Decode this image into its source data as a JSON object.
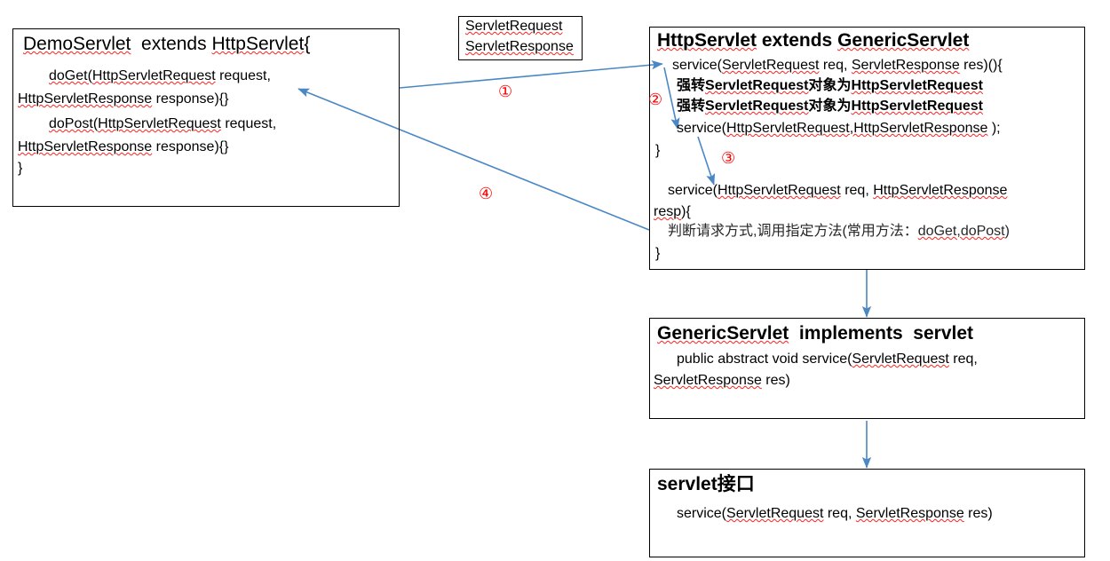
{
  "diagram": {
    "title": "Servlet inheritance hierarchy diagram",
    "accent_arrow_color": "#4a87c4",
    "marker_color": "#ff0000",
    "box_border_color": "#000000"
  },
  "boxes": {
    "demo_servlet": {
      "name": "DemoServlet",
      "heading_a": "DemoServlet",
      "heading_b": "  extends ",
      "heading_c": "HttpServlet",
      "heading_d": "{",
      "line1_a": "doGet(",
      "line1_b": "HttpServletRequest",
      "line1_c": " request,",
      "line2_a": "HttpServletResponse",
      "line2_b": " response){}",
      "line3_a": "doPost(",
      "line3_b": "HttpServletRequest",
      "line3_c": " request,",
      "line4_a": "HttpServletResponse",
      "line4_b": " response){}",
      "line5": "}"
    },
    "servlet_types": {
      "line1": "ServletRequest",
      "line2": "ServletResponse"
    },
    "http_servlet": {
      "heading_a": "HttpServlet",
      "heading_b": " extends ",
      "heading_c": "GenericServlet",
      "line1_a": "service(",
      "line1_b": "ServletRequest",
      "line1_c": " req, ",
      "line1_d": "ServletResponse",
      "line1_e": " res)(){",
      "line2_a": "强转",
      "line2_b": "ServletRequest",
      "line2_c": "对象为",
      "line2_d": "HttpServletRequest",
      "line3_a": "强转",
      "line3_b": "ServletRequest",
      "line3_c": "对象为",
      "line3_d": "HttpServletRequest",
      "line4_a": "service(",
      "line4_b": "HttpServletRequest,HttpServletResponse",
      "line4_c": " );",
      "line5": "}",
      "line6_a": "service(",
      "line6_b": "HttpServletRequest",
      "line6_c": " req, ",
      "line6_d": "HttpServletResponse",
      "line7_a": "resp",
      "line7_b": "){",
      "line8_a": "判断请求方式,调用指定方法(常用方法：",
      "line8_b": "doGet,doPost",
      "line8_c": ")",
      "line9": "}"
    },
    "generic_servlet": {
      "heading_a": "GenericServlet",
      "heading_b": "  implements  servlet",
      "line1_a": "public abstract void service(",
      "line1_b": "ServletRequest",
      "line1_c": " req,",
      "line2_a": "ServletResponse",
      "line2_b": " res)"
    },
    "servlet_interface": {
      "heading": "servlet接口",
      "line1_a": "service(",
      "line1_b": "ServletRequest",
      "line1_c": " req, ",
      "line1_d": "ServletResponse",
      "line1_e": " res)"
    }
  },
  "markers": {
    "one": "①",
    "two": "②",
    "three": "③",
    "four": "④"
  }
}
